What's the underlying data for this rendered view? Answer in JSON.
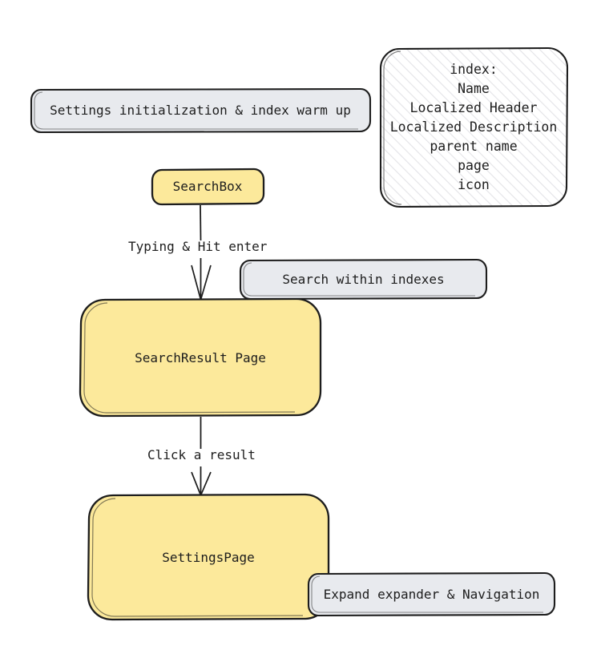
{
  "diagram": {
    "type": "flowchart",
    "direction": "top-to-bottom",
    "background_color": "#ffffff",
    "colors": {
      "node_yellow_fill": "#FCE99B",
      "node_gray_fill": "#E8EAEE",
      "node_hatched_fill": "#ffffff",
      "hatch_line": "#e2e2e6",
      "stroke": "#1d1d1d",
      "text": "#1d1d1d"
    },
    "nodes": [
      {
        "id": "settings-init",
        "label": "Settings initialization & index warm up",
        "shape": "rounded-rect",
        "style": "gray"
      },
      {
        "id": "index",
        "label": "index:\nName\nLocalized Header\nLocalized Description\nparent name\npage\nicon",
        "shape": "rounded-rect",
        "style": "hatched"
      },
      {
        "id": "search-box",
        "label": "SearchBox",
        "shape": "rounded-rect",
        "style": "yellow"
      },
      {
        "id": "search-within-indexes",
        "label": "Search within indexes",
        "shape": "rounded-rect",
        "style": "gray"
      },
      {
        "id": "search-result-page",
        "label": "SearchResult Page",
        "shape": "rounded-rect",
        "style": "yellow"
      },
      {
        "id": "settings-page",
        "label": "SettingsPage",
        "shape": "rounded-rect",
        "style": "yellow"
      },
      {
        "id": "expand-expander",
        "label": "Expand expander & Navigation",
        "shape": "rounded-rect",
        "style": "gray"
      }
    ],
    "edges": [
      {
        "id": "edge-searchbox-to-results",
        "from": "search-box",
        "to": "search-result-page",
        "label": "Typing & Hit enter",
        "arrowhead": "open-v"
      },
      {
        "id": "edge-results-to-settings",
        "from": "search-result-page",
        "to": "settings-page",
        "label": "Click a result",
        "arrowhead": "open-v"
      }
    ]
  }
}
